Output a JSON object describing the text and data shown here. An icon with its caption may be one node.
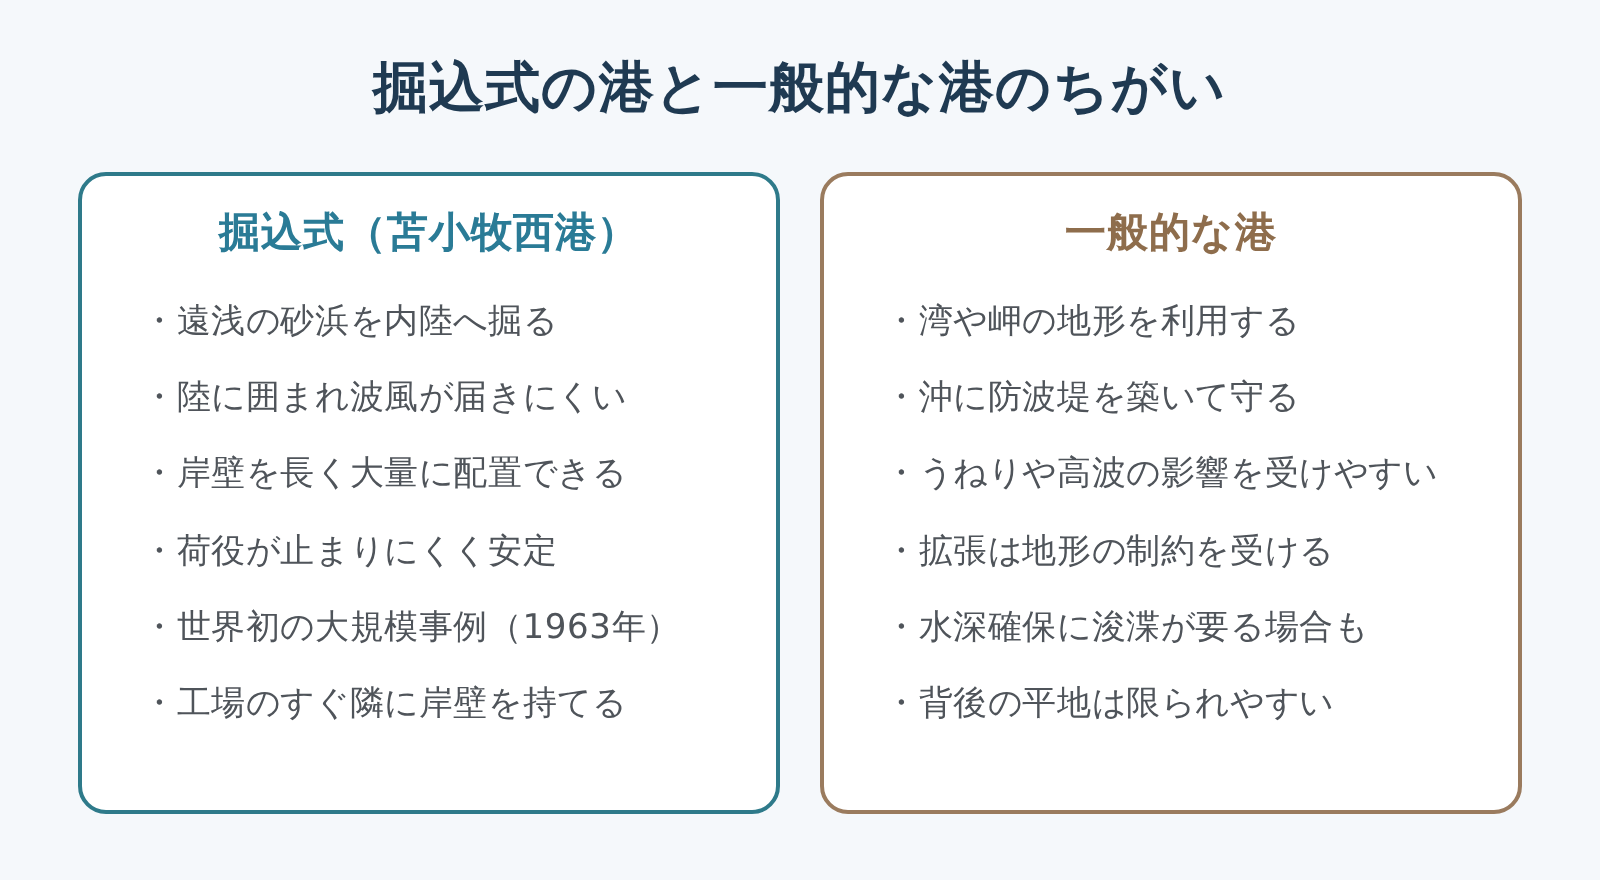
{
  "diagram": {
    "title": "掘込式の港と一般的な港のちがい",
    "nodes": [
      {
        "text": [
          "掘込式（苫小牧西港）",
          "・遠浅の砂浜を内陸へ掘る",
          "・陸に囲まれ波風が届きにくい",
          "・岸壁を長く大量に配置できる",
          "・荷役が止まりにくく安定",
          "・世界初の大規模事例（1963年）",
          "・工場のすぐ隣に岸壁を持てる"
        ]
      },
      {
        "text": [
          "一般的な港",
          "・湾や岬の地形を利用する",
          "・沖に防波堤を築いて守る",
          "・うねりや高波の影響を受けやすい",
          "・拡張は地形の制約を受ける",
          "・水深確保に浚渫が要る場合も",
          "・背後の平地は限られやすい"
        ]
      }
    ]
  }
}
